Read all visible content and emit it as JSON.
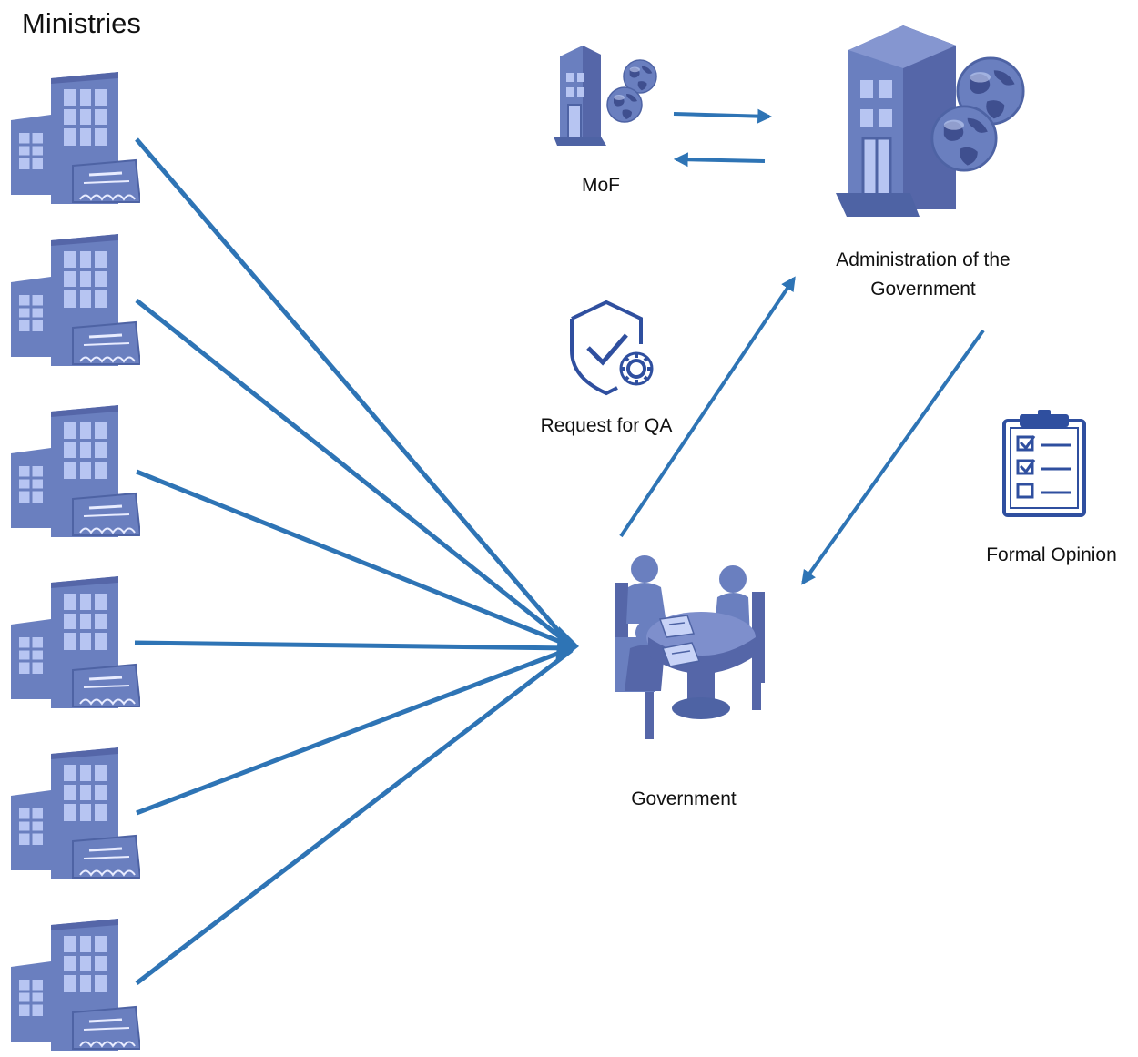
{
  "title": "Ministries",
  "nodes": {
    "ministries": {
      "icon": "office-building-icon",
      "count": 6
    },
    "mof": {
      "label": "MoF",
      "icon": "server-building-with-globes-icon"
    },
    "administration": {
      "label_line1": "Administration of the",
      "label_line2": "Government",
      "icon": "office-building-with-globes-icon"
    },
    "government": {
      "label": "Government",
      "icon": "meeting-table-icon"
    },
    "request_qa": {
      "label": "Request for QA",
      "icon": "shield-check-gear-icon"
    },
    "formal_opinion": {
      "label": "Formal Opinion",
      "icon": "checklist-clipboard-icon"
    }
  },
  "colors": {
    "arrow": "#2e74b5",
    "icon_fill": "#6a7fbf",
    "icon_dark": "#4e63a4",
    "icon_window": "#b7c5f2",
    "line_icon": "#2f4f9f"
  }
}
